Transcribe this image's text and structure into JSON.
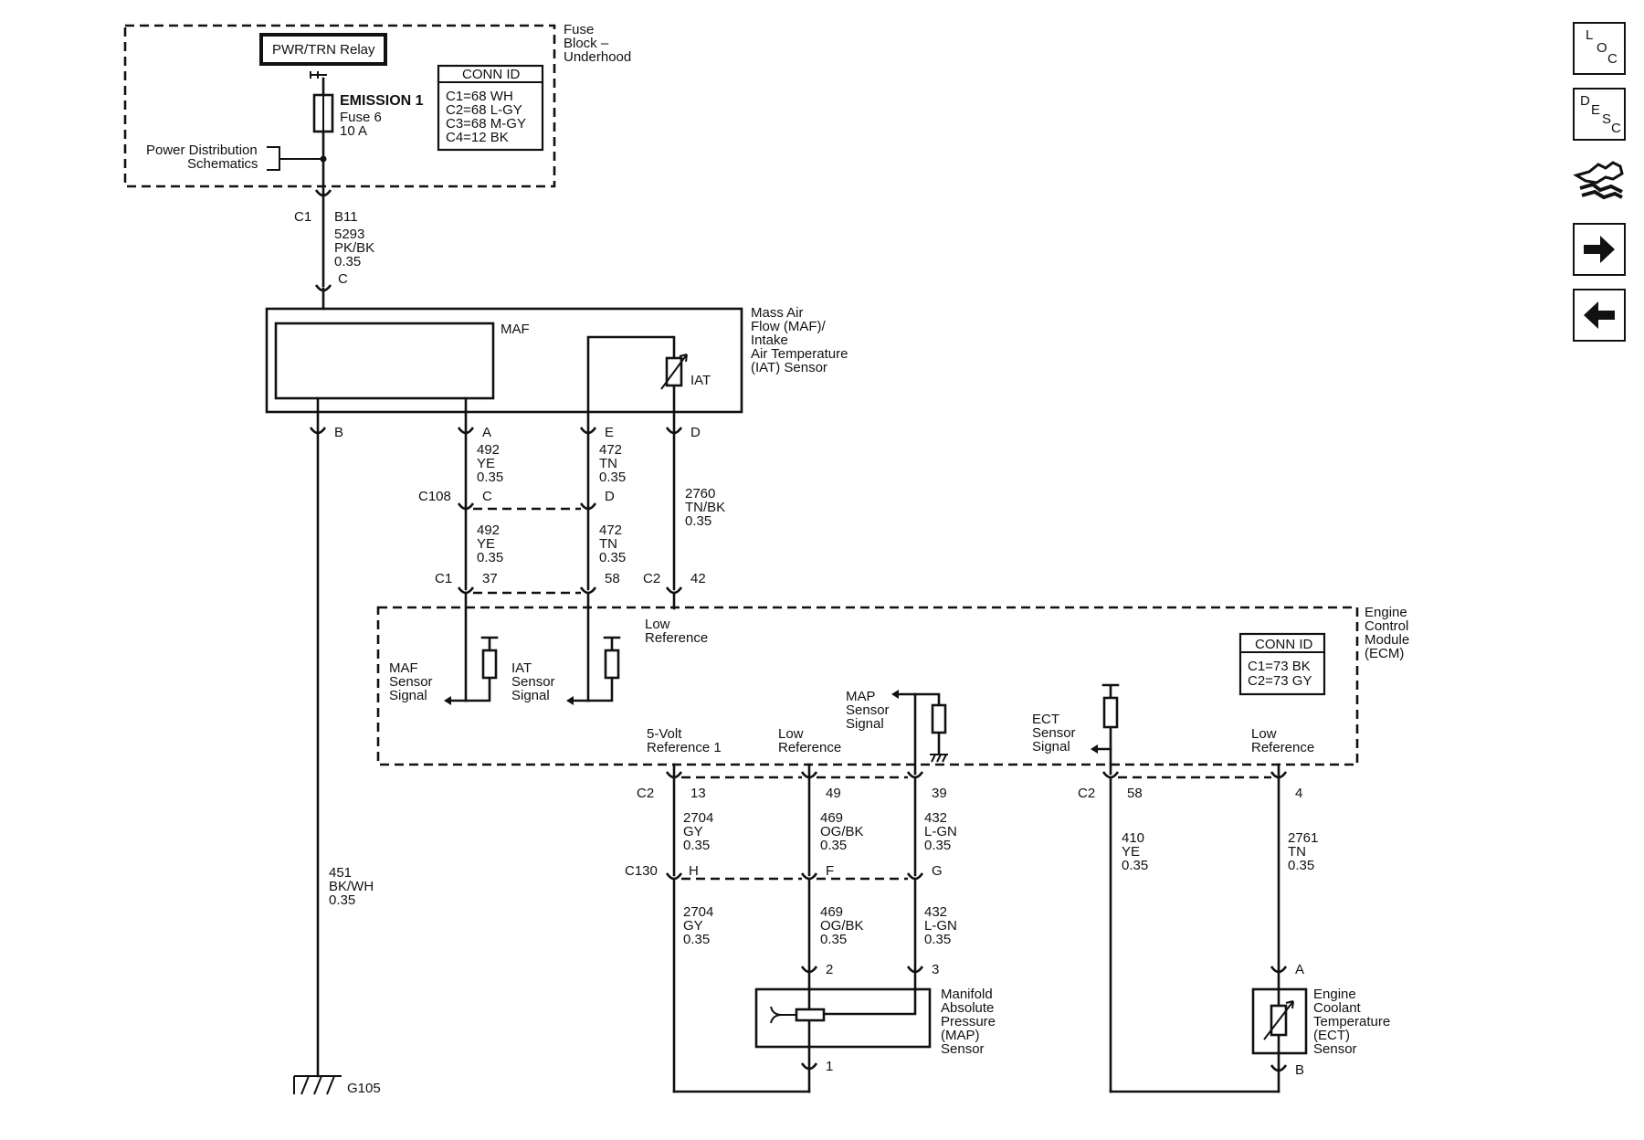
{
  "fuse_block": {
    "title": "Fuse Block – Underhood",
    "relay": "PWR/TRN Relay",
    "fuse_name": "EMISSION 1",
    "fuse_num": "Fuse 6",
    "fuse_amp": "10 A",
    "power_dist": [
      "Power Distribution",
      "Schematics"
    ],
    "conn_title": "CONN ID",
    "conn_lines": [
      "C1=68 WH",
      "C2=68 L-GY",
      "C3=68 M-GY",
      "C4=12 BK"
    ]
  },
  "feed": {
    "conn": "C1",
    "pin": "B11",
    "circuit": [
      "5293",
      "PK/BK",
      "0.35"
    ],
    "maf_pin": "C"
  },
  "maf": {
    "title": [
      "Mass Air",
      "Flow (MAF)/",
      "Intake",
      "Air Temperature",
      "(IAT) Sensor"
    ],
    "maf_label": "MAF",
    "iat_label": "IAT",
    "pins": [
      "B",
      "A",
      "E",
      "D"
    ]
  },
  "c108": {
    "name": "C108",
    "pins": [
      "C",
      "D"
    ],
    "upper_a": [
      "492",
      "YE",
      "0.35"
    ],
    "upper_e": [
      "472",
      "TN",
      "0.35"
    ],
    "lower_a": [
      "492",
      "YE",
      "0.35"
    ],
    "lower_e": [
      "472",
      "TN",
      "0.35"
    ],
    "iat_d": [
      "2760",
      "TN/BK",
      "0.35"
    ]
  },
  "ecm_top_pins": {
    "c1": "C1",
    "p37": "37",
    "p58": "58",
    "c2": "C2",
    "p42": "42"
  },
  "ground_circuit": [
    "451",
    "BK/WH",
    "0.35"
  ],
  "ground_id": "G105",
  "ecm": {
    "title": [
      "Engine",
      "Control",
      "Module",
      "(ECM)"
    ],
    "conn_title": "CONN ID",
    "conn_lines": [
      "C1=73 BK",
      "C2=73 GY"
    ],
    "low_ref_top": [
      "Low",
      "Reference"
    ],
    "maf_signal": [
      "MAF",
      "Sensor",
      "Signal"
    ],
    "iat_signal": [
      "IAT",
      "Sensor",
      "Signal"
    ],
    "map_signal": [
      "MAP",
      "Sensor",
      "Signal"
    ],
    "five_volt": [
      "5-Volt",
      "Reference 1"
    ],
    "low_ref_mid": [
      "Low",
      "Reference"
    ],
    "ect_signal": [
      "ECT",
      "Sensor",
      "Signal"
    ],
    "low_ref_right": [
      "Low",
      "Reference"
    ]
  },
  "ecm_bottom_pins": {
    "c2a": "C2",
    "p13": "13",
    "p49": "49",
    "p39": "39",
    "c2b": "C2",
    "p58": "58",
    "p4": "4"
  },
  "map_circuits": {
    "ref_upper": [
      "2704",
      "GY",
      "0.35"
    ],
    "low_upper": [
      "469",
      "OG/BK",
      "0.35"
    ],
    "sig_upper": [
      "432",
      "L-GN",
      "0.35"
    ],
    "c130": "C130",
    "c130_pins": [
      "H",
      "F",
      "G"
    ],
    "ref_lower": [
      "2704",
      "GY",
      "0.35"
    ],
    "low_lower": [
      "469",
      "OG/BK",
      "0.35"
    ],
    "sig_lower": [
      "432",
      "L-GN",
      "0.35"
    ]
  },
  "map_sensor": {
    "title": [
      "Manifold",
      "Absolute",
      "Pressure",
      "(MAP)",
      "Sensor"
    ],
    "pins": [
      "2",
      "3",
      "1"
    ]
  },
  "ect_circuits": {
    "sig": [
      "410",
      "YE",
      "0.35"
    ],
    "low": [
      "2761",
      "TN",
      "0.35"
    ]
  },
  "ect_sensor": {
    "title": [
      "Engine",
      "Coolant",
      "Temperature",
      "(ECT)",
      "Sensor"
    ],
    "pins": [
      "A",
      "B"
    ]
  },
  "nav": {
    "loc": [
      "L",
      "O",
      "C"
    ],
    "desc": [
      "D",
      "E",
      "S",
      "C"
    ]
  }
}
